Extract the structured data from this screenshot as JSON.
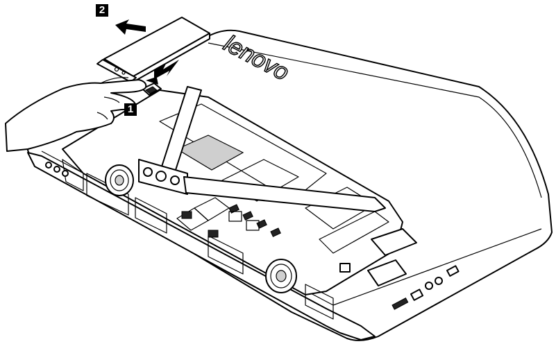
{
  "figure": {
    "step_badges": [
      {
        "label": "1"
      },
      {
        "label": "2"
      }
    ],
    "brand_logo_text": "lenovo",
    "colors": {
      "line": "#000000",
      "fill": "#ffffff",
      "badge": "#000000",
      "shade": "#cfcfcf"
    }
  }
}
